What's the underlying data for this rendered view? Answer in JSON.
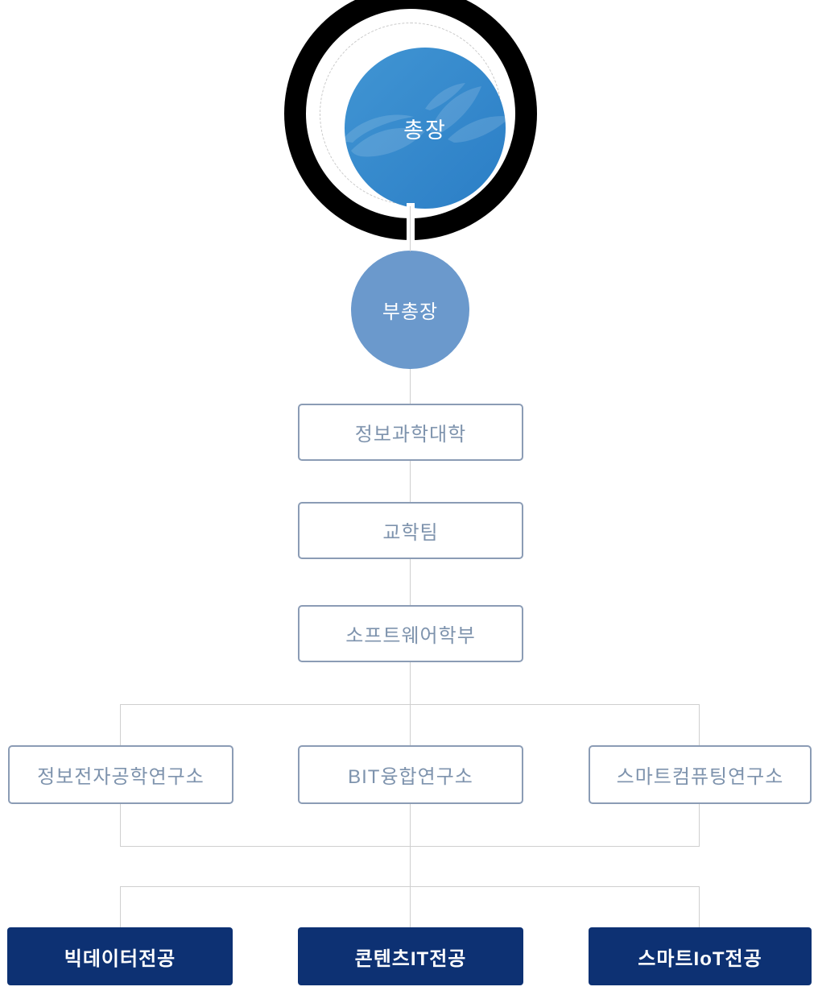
{
  "org_chart": {
    "root": {
      "label": "총장"
    },
    "vice": {
      "label": "부총장"
    },
    "chain": [
      {
        "label": "정보과학대학"
      },
      {
        "label": "교학팀"
      },
      {
        "label": "소프트웨어학부"
      }
    ],
    "institutes": [
      {
        "label": "정보전자공학연구소"
      },
      {
        "label": "BIT융합연구소"
      },
      {
        "label": "스마트컴퓨팅연구소"
      }
    ],
    "majors": [
      {
        "label": "빅데이터전공"
      },
      {
        "label": "콘텐츠IT전공"
      },
      {
        "label": "스마트IoT전공"
      }
    ],
    "colors": {
      "president_ring": "#000000",
      "president_gradient_start": "#4195d3",
      "president_gradient_end": "#2b7ec6",
      "vice_circle": "#6b99cc",
      "box_border": "#8b9cb5",
      "box_text": "#7e93ad",
      "connector_line": "#cfcfcf",
      "major_background": "#0d3173",
      "major_text": "#ffffff"
    }
  }
}
